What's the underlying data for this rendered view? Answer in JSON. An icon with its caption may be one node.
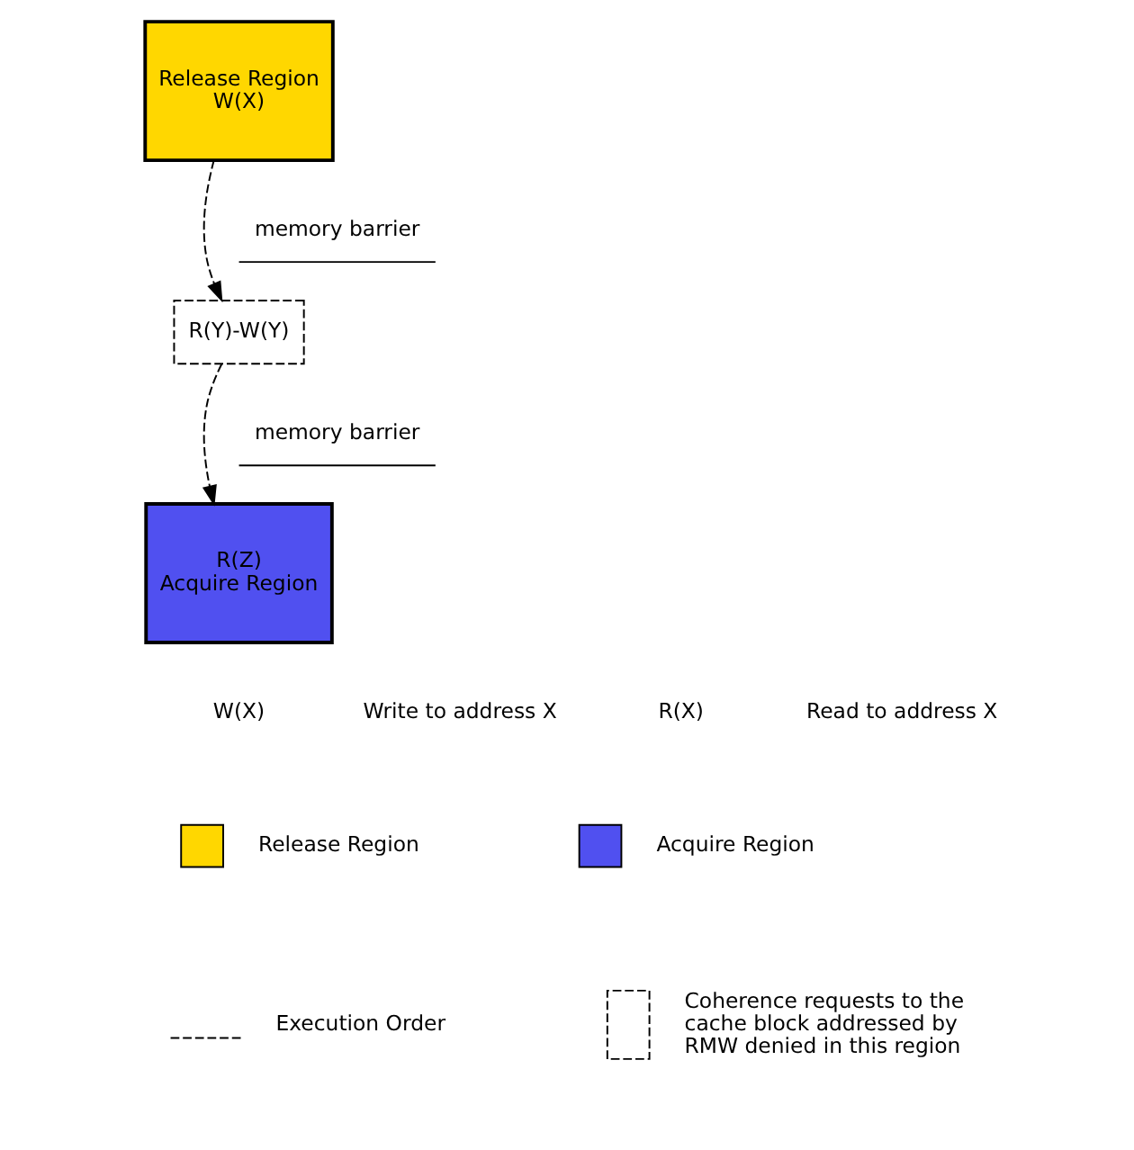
{
  "diagram": {
    "nodes": [
      {
        "text": [
          "Release Region",
          "W(X)"
        ]
      },
      {
        "text": [
          "R(Y)-W(Y)"
        ]
      },
      {
        "text": [
          "R(Z)",
          "Acquire Region"
        ]
      }
    ],
    "edges": [
      {
        "from": 0,
        "to": 1,
        "arrow": "to",
        "style": "dashed"
      },
      {
        "from": 1,
        "to": 2,
        "arrow": "to",
        "style": "dashed"
      }
    ],
    "labels": [
      "memory barrier",
      "memory barrier",
      "W(X)",
      "Write to address X",
      "R(X)",
      "Read to address X"
    ],
    "legend": [
      {
        "text": "Release Region",
        "color": "#ffd700"
      },
      {
        "text": "Acquire Region",
        "color": "#5050f0"
      },
      {
        "text": "Execution Order"
      },
      {
        "text": "Coherence requests to the cache block addressed by RMW denied in this region"
      }
    ]
  }
}
